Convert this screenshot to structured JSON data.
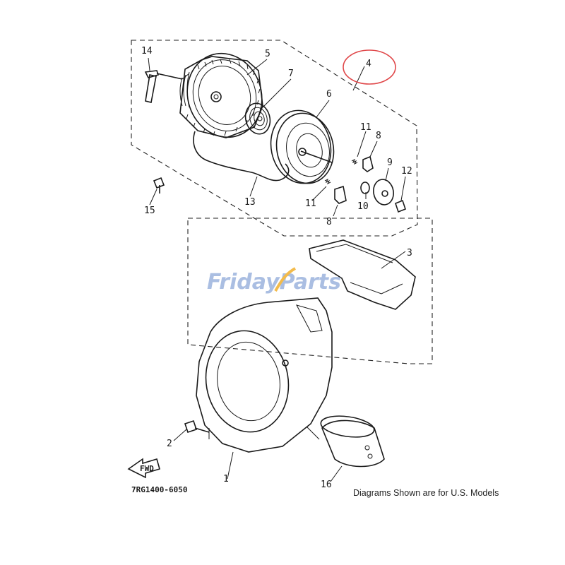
{
  "watermark": {
    "part1": "Friday",
    "part2": "Parts",
    "color1": "#9fb6df",
    "color2": "#f2b233"
  },
  "highlight_color": "#e0484a",
  "callouts": {
    "c1": "1",
    "c2": "2",
    "c3": "3",
    "c4": "4",
    "c5": "5",
    "c6": "6",
    "c7": "7",
    "c8a": "8",
    "c8b": "8",
    "c9": "9",
    "c10": "10",
    "c11a": "11",
    "c11b": "11",
    "c12": "12",
    "c13": "13",
    "c14": "14",
    "c15": "15",
    "c16": "16"
  },
  "fwd_label": "FWD",
  "diagram_code": "7RG1400-6050",
  "caption": "Diagrams Shown are for U.S. Models"
}
